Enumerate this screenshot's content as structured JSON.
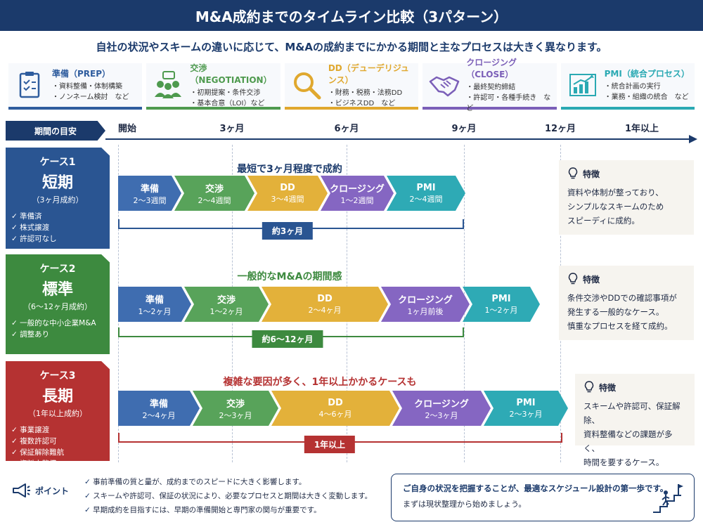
{
  "title": "M&A成約までのタイムライン比較（3パターン）",
  "subtitle": "自社の状況やスキームの違いに応じて、M&Aの成約までにかかる期間と主なプロセスは大きく異なります。",
  "phases": [
    {
      "title": "準備（PREP）",
      "items": [
        "資料整備・体制構築",
        "ノンネーム検討　など"
      ],
      "color": "#2f5d9e",
      "icon": "clipboard-icon"
    },
    {
      "title": "交渉（NEGOTIATION）",
      "items": [
        "初期提案・条件交渉",
        "基本合意（LOI）など"
      ],
      "color": "#4e9a4e",
      "icon": "people-talk-icon"
    },
    {
      "title": "DD（デューデリジュンス）",
      "items": [
        "財務・税務・法務DD",
        "ビジネスDD　など"
      ],
      "color": "#e0a82e",
      "icon": "magnifier-icon"
    },
    {
      "title": "クロージング（CLOSE）",
      "items": [
        "最終契約締結",
        "許認可・各種手続き　など"
      ],
      "color": "#7b5fb8",
      "icon": "handshake-icon"
    },
    {
      "title": "PMI（統合プロセス）",
      "items": [
        "統合計画の実行",
        "業務・組織の統合　など"
      ],
      "color": "#2aa9b3",
      "icon": "growth-chart-icon"
    }
  ],
  "timeline": {
    "label": "期間の目安",
    "ticks": [
      "開始",
      "3ヶ月",
      "6ヶ月",
      "9ヶ月",
      "12ヶ月",
      "1年以上"
    ]
  },
  "cases": [
    {
      "no": "ケース1",
      "name": "短期",
      "sub": "（3ヶ月成約）",
      "checks": [
        "準備済",
        "株式譲渡",
        "許認可なし"
      ],
      "color": "#2a5592",
      "headline": "最短で3ヶ月程度で成約",
      "headline_color": "#1b3a6b",
      "steps": [
        {
          "name": "準備",
          "dur": "2〜3週間"
        },
        {
          "name": "交渉",
          "dur": "2〜4週間"
        },
        {
          "name": "DD",
          "dur": "3〜4週間"
        },
        {
          "name": "クロージング",
          "dur": "1〜2週間"
        },
        {
          "name": "PMI",
          "dur": "2〜4週間"
        }
      ],
      "total": "約3ヶ月",
      "feature_title": "特徴",
      "feature_lines": [
        "資料や体制が整っており、",
        "シンプルなスキームのため",
        "スピーディに成約。"
      ]
    },
    {
      "no": "ケース2",
      "name": "標準",
      "sub": "（6〜12ヶ月成約）",
      "checks": [
        "一般的な中小企業M&A",
        "調整あり"
      ],
      "color": "#3d8a3f",
      "headline": "一般的なM&Aの期間感",
      "headline_color": "#3d8a3f",
      "steps": [
        {
          "name": "準備",
          "dur": "1〜2ヶ月"
        },
        {
          "name": "交渉",
          "dur": "1〜2ヶ月"
        },
        {
          "name": "DD",
          "dur": "2〜4ヶ月"
        },
        {
          "name": "クロージング",
          "dur": "1ヶ月前後"
        },
        {
          "name": "PMI",
          "dur": "1〜2ヶ月"
        }
      ],
      "total": "約6〜12ヶ月",
      "feature_title": "特徴",
      "feature_lines": [
        "条件交渉やDDでの確認事項が",
        "発生する一般的なケース。",
        "慎重なプロセスを経て成約。"
      ]
    },
    {
      "no": "ケース3",
      "name": "長期",
      "sub": "（1年以上成約）",
      "checks": [
        "事業譲渡",
        "複数許認可",
        "保証解除難航",
        "資料未整備"
      ],
      "color": "#b53232",
      "headline": "複雑な要因が多く、1年以上かかるケースも",
      "headline_color": "#b53232",
      "steps": [
        {
          "name": "準備",
          "dur": "2〜4ヶ月"
        },
        {
          "name": "交渉",
          "dur": "2〜3ヶ月"
        },
        {
          "name": "DD",
          "dur": "4〜6ヶ月"
        },
        {
          "name": "クロージング",
          "dur": "2〜3ヶ月"
        },
        {
          "name": "PMI",
          "dur": "2〜3ヶ月"
        }
      ],
      "total": "1年以上",
      "feature_title": "特徴",
      "feature_lines": [
        "スキームや許認可、保証解除、",
        "資料整備などの課題が多く、",
        "時間を要するケース。"
      ]
    }
  ],
  "point": {
    "label": "ポイント",
    "items": [
      "事前準備の質と量が、成約までのスピードに大きく影響します。",
      "スキームや許認可、保証の状況により、必要なプロセスと期間は大きく変動します。",
      "早期成約を目指すには、早期の準備開始と専門家の関与が重要です。"
    ]
  },
  "message": {
    "line1": "ご自身の状況を把握することが、最適なスケジュール設計の第一歩です。",
    "line2": "まずは現状整理から始めましょう。"
  }
}
